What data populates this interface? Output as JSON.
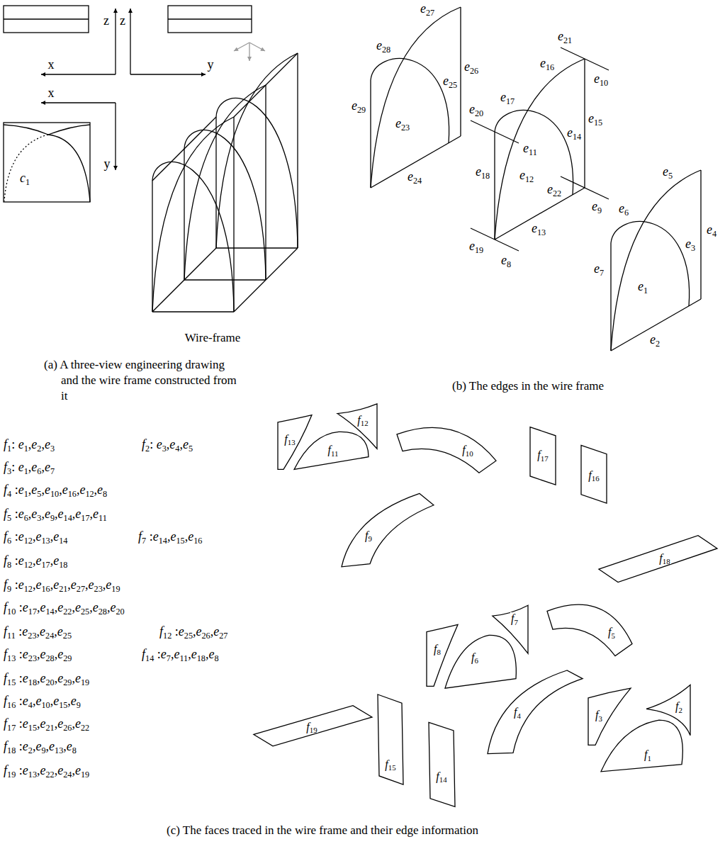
{
  "diagram": {
    "labels": [
      "x",
      "z",
      "z",
      "y",
      "x",
      "y",
      "c1",
      "Wire-frame",
      "(a) A three-view engineering drawing and the wire frame constructed from it",
      "e27",
      "e28",
      "e26",
      "e29",
      "e25",
      "e23",
      "e24",
      "e21",
      "e10",
      "e16",
      "e17",
      "e15",
      "e20",
      "e11",
      "e14",
      "e12",
      "e18",
      "e22",
      "e9",
      "e13",
      "e19",
      "e8",
      "e5",
      "e6",
      "e4",
      "e3",
      "e7",
      "e1",
      "e2",
      "(b) The edges in the wire frame",
      "f1: e1,e2,e3",
      "f2: e3,e4,e5",
      "f3: e1,e6,e7",
      "f4 :e1,e5,e10,e16,e12,e8",
      "f5 :e6,e3,e9,e14,e17,e11",
      "f6 :e12,e13,e14",
      "f7 :e14,e15,e16",
      "f8 :e12,e17,e18",
      "f9 :e12,e16,e21,e27,e23,e19",
      "f10 :e17,e14,e22,e25,e28,e20",
      "f11 :e23,e24,e25",
      "f12 :e25,e26,e27",
      "f13 :e23,e28,e29",
      "f14 :e7,e11,e18,e8",
      "f15 :e18,e20,e29,e19",
      "f16 :e4,e10,e15,e9",
      "f17 :e15,e21,e26,e22",
      "f18 :e2,e9,e13,e8",
      "f19 :e13,e22,e24,e19",
      "f12",
      "f13",
      "f11",
      "f10",
      "f17",
      "f16",
      "f9",
      "f18",
      "f7",
      "f8",
      "f6",
      "f5",
      "f19",
      "f15",
      "f14",
      "f4",
      "f3",
      "f2",
      "f1",
      "(c) The faces traced in the wire frame and their edge information"
    ]
  }
}
